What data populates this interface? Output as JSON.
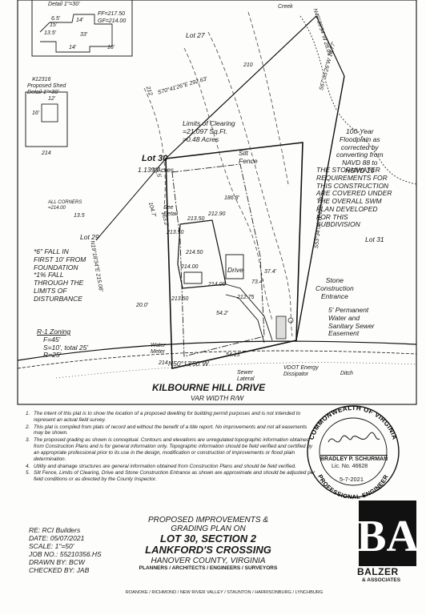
{
  "plan": {
    "detail_top": "Detail 1\"=30'",
    "ff": "FF=217.50",
    "gf": "GF=214.00",
    "dims_top": [
      "6.5'",
      "14'",
      "14'",
      "15'",
      "13.5'",
      "16'",
      "33'"
    ],
    "creek": "Creek",
    "lot27": "Lot 27",
    "bearing_top": "S70°41'26\"E 292.63'",
    "contour_210": "210",
    "contour_212": "212",
    "contour_214": "214",
    "shed_id": "#12316",
    "shed_label": "Proposed Shed",
    "shed_detail": "Detail 1\"=30'",
    "shed_dim_w": "12'",
    "shed_dim_h": "16'",
    "right_bearing_1": "N49°39'34\"W 28.05'",
    "right_bearing_2": "S67°55'26\"W 79.77'",
    "floodplain": [
      "100-Year",
      "Floodplain as",
      "corrected by",
      "converting from",
      "NAVD 88 to",
      "NGVD 29"
    ],
    "stormwater": [
      "THE STORMWATER",
      "REQUIREMENTS FOR",
      "THIS CONSTRUCTION",
      "ARE COVERED UNDER",
      "THE OVERALL SWM",
      "PLAN DEVELOPED",
      "FOR THIS",
      "SUBDIVISION"
    ],
    "limits": [
      "Limits of Clearing",
      "=21,097 Sq.Ft.",
      "=0.48 Acres"
    ],
    "silt_fence": [
      "Silt",
      "Fence"
    ],
    "lot30": "Lot 30",
    "acres": "1.139 Acres",
    "d_186": "186.8'",
    "d_104": "104.7'",
    "d_163": "163.2'",
    "d_13_5a": "13.5'",
    "d_13_5b": "13.5",
    "see_detail": [
      "See",
      "Detail"
    ],
    "spot_elevs": [
      "213.50",
      "212.90",
      "213.50",
      "214.50",
      "214.00",
      "213.50",
      "214.00",
      "212.75"
    ],
    "drive": "Drive",
    "d_37": "37.4'",
    "d_73": "73.4'",
    "d_54_2": "54.2'",
    "d_20": "20.0'",
    "all_corners": [
      "ALL CORNERS",
      "=214.00"
    ],
    "lot29": "Lot 29",
    "left_bearing": "N19°18'34\"E 215.08'",
    "right_line": "S53°34'06\"W 228.99'",
    "fall_note": [
      "*6\" FALL IN",
      "FIRST 10' FROM",
      "FOUNDATION",
      "*1% FALL",
      "THROUGH THE",
      "LIMITS OF",
      "DISTURBANCE"
    ],
    "lot31": "Lot 31",
    "stone": [
      "Stone",
      "Construction",
      "Entrance"
    ],
    "easement": [
      "5' Permanent",
      "Water and",
      "Sanitary Sewer",
      "Easement"
    ],
    "zoning": [
      "R-1 Zoning",
      "F=45'",
      "S=10', total 25'",
      "R=25'"
    ],
    "water_meter": [
      "Water",
      "Meter"
    ],
    "bottom_bearing": "N50°13'50\"W",
    "d_54_13": "54.13'",
    "sewer": [
      "Sewer",
      "Lateral"
    ],
    "vdot": [
      "VDOT Energy",
      "Dissipator"
    ],
    "ditch": "Ditch",
    "contour_214b": "214",
    "street": "KILBOURNE HILL DRIVE",
    "row": "VAR WIDTH R/W"
  },
  "notes": [
    {
      "n": "1.",
      "text": "The intent of this plat is to show the location of a proposed dwelling for building permit purposes and is not intended to represent an actual field survey."
    },
    {
      "n": "2.",
      "text": "This plat is compiled from plats of record and without the benefit of a title report. No improvements and not all easements may be shown."
    },
    {
      "n": "3.",
      "text": "The proposed grading as shown is conceptual. Contours and elevations are unregulated topographic information obtained from Construction Plans and is for general information only. Topographic information should be field verified and certified by an appropriate professional prior to its use in the design, modification or construction of improvements or flood plain determination."
    },
    {
      "n": "4.",
      "text": "Utility and drainage structures are general information obtained from Construction Plans and should be field verified."
    },
    {
      "n": "5.",
      "text": "Silt Fence, Limits of Clearing, Drive and Stone Construction Entrance as shown are approximate and should be adjusted per field conditions or as directed by the County Inspector."
    }
  ],
  "seal": {
    "ring_top": "COMMONWEALTH OF VIRGINIA",
    "ring_bottom": "PROFESSIONAL ENGINEER",
    "name": "BRADLEY P. SCHURMAN",
    "lic": "Lic. No. 46628",
    "date": "5-7-2021"
  },
  "info": {
    "re": "RE: RCI Builders",
    "date": "DATE: 05/07/2021",
    "scale": "SCALE: 1\"=50'",
    "job": "JOB NO.: 55210356.HS",
    "drawn": "DRAWN BY: BCW",
    "checked": "CHECKED BY: JAB"
  },
  "title": {
    "line1": "PROPOSED IMPROVEMENTS &",
    "line2": "GRADING PLAN ON",
    "line3": "LOT 30, SECTION 2",
    "line4": "LANKFORD'S CROSSING",
    "line5": "HANOVER COUNTY, VIRGINIA",
    "line6": "PLANNERS / ARCHITECTS / ENGINEERS / SURVEYORS",
    "offices": "ROANOKE / RICHMOND / NEW RIVER VALLEY / STAUNTON / HARRISONBURG / LYNCHBURG"
  },
  "logo": {
    "name": "BALZER",
    "sub": "& ASSOCIATES"
  }
}
